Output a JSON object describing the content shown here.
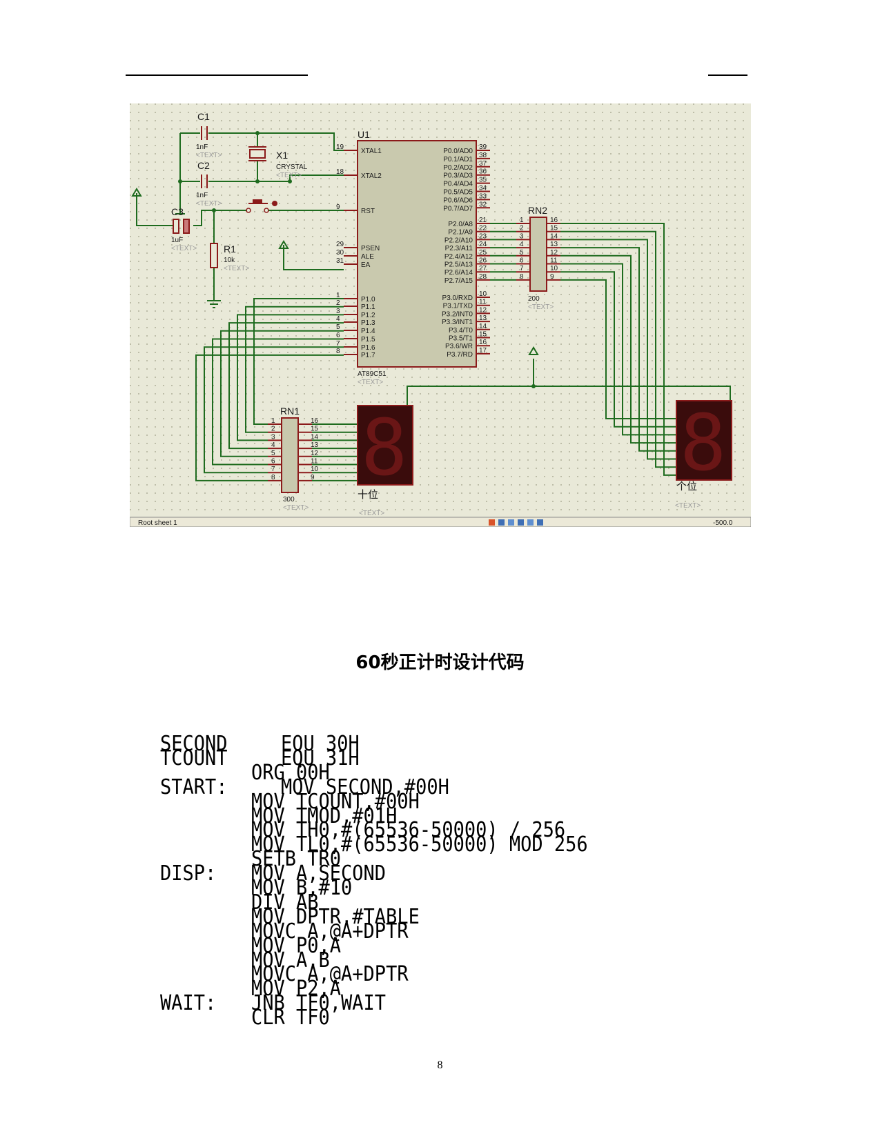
{
  "header_rules": true,
  "schematic": {
    "u1": {
      "ref": "U1",
      "part": "AT89C51",
      "text": "<TEXT>",
      "left_pins": [
        {
          "num": "19",
          "name": "XTAL1"
        },
        {
          "num": "18",
          "name": "XTAL2"
        },
        {
          "num": "9",
          "name": "RST"
        },
        {
          "num": "29",
          "name": "PSEN"
        },
        {
          "num": "30",
          "name": "ALE"
        },
        {
          "num": "31",
          "name": "EA"
        },
        {
          "num": "1",
          "name": "P1.0"
        },
        {
          "num": "2",
          "name": "P1.1"
        },
        {
          "num": "3",
          "name": "P1.2"
        },
        {
          "num": "4",
          "name": "P1.3"
        },
        {
          "num": "5",
          "name": "P1.4"
        },
        {
          "num": "6",
          "name": "P1.5"
        },
        {
          "num": "7",
          "name": "P1.6"
        },
        {
          "num": "8",
          "name": "P1.7"
        }
      ],
      "p0_pins": [
        {
          "num": "39",
          "name": "P0.0/AD0"
        },
        {
          "num": "38",
          "name": "P0.1/AD1"
        },
        {
          "num": "37",
          "name": "P0.2/AD2"
        },
        {
          "num": "36",
          "name": "P0.3/AD3"
        },
        {
          "num": "35",
          "name": "P0.4/AD4"
        },
        {
          "num": "34",
          "name": "P0.5/AD5"
        },
        {
          "num": "33",
          "name": "P0.6/AD6"
        },
        {
          "num": "32",
          "name": "P0.7/AD7"
        }
      ],
      "p2_pins": [
        {
          "num": "21",
          "name": "P2.0/A8"
        },
        {
          "num": "22",
          "name": "P2.1/A9"
        },
        {
          "num": "23",
          "name": "P2.2/A10"
        },
        {
          "num": "24",
          "name": "P2.3/A11"
        },
        {
          "num": "25",
          "name": "P2.4/A12"
        },
        {
          "num": "26",
          "name": "P2.5/A13"
        },
        {
          "num": "27",
          "name": "P2.6/A14"
        },
        {
          "num": "28",
          "name": "P2.7/A15"
        }
      ],
      "p3_pins": [
        {
          "num": "10",
          "name": "P3.0/RXD"
        },
        {
          "num": "11",
          "name": "P3.1/TXD"
        },
        {
          "num": "12",
          "name": "P3.2/INT0"
        },
        {
          "num": "13",
          "name": "P3.3/INT1"
        },
        {
          "num": "14",
          "name": "P3.4/T0"
        },
        {
          "num": "15",
          "name": "P3.5/T1"
        },
        {
          "num": "16",
          "name": "P3.6/WR"
        },
        {
          "num": "17",
          "name": "P3.7/RD"
        }
      ]
    },
    "c1": {
      "ref": "C1",
      "value": "1nF",
      "text": "<TEXT>"
    },
    "c2": {
      "ref": "C2",
      "value": "1nF",
      "text": "<TEXT>"
    },
    "c3": {
      "ref": "C3",
      "value": "1uF",
      "text": "<TEXT>"
    },
    "x1": {
      "ref": "X1",
      "value": "CRYSTAL",
      "text": "<TEXT>"
    },
    "r1": {
      "ref": "R1",
      "value": "10k",
      "text": "<TEXT>"
    },
    "rn1": {
      "ref": "RN1",
      "value": "300",
      "text": "<TEXT>",
      "left": [
        "1",
        "2",
        "3",
        "4",
        "5",
        "6",
        "7",
        "8"
      ],
      "right": [
        "16",
        "15",
        "14",
        "13",
        "12",
        "11",
        "10",
        "9"
      ]
    },
    "rn2": {
      "ref": "RN2",
      "value": "200",
      "text": "<TEXT>",
      "left": [
        "1",
        "2",
        "3",
        "4",
        "5",
        "6",
        "7",
        "8"
      ],
      "right": [
        "16",
        "15",
        "14",
        "13",
        "12",
        "11",
        "10",
        "9"
      ]
    },
    "seg_tens": {
      "label": "十位",
      "text": "<TEXT>",
      "digit": "8"
    },
    "seg_ones": {
      "label": "个位",
      "text": "<TEXT>",
      "digit": "8"
    },
    "statusbar": {
      "sheet": "Root sheet 1",
      "zoom": "-500.0"
    }
  },
  "title": "60秒正计时设计代码",
  "code": [
    {
      "label": "SECOND",
      "text": "EQU 30H"
    },
    {
      "label": "TCOUNT",
      "text": "EQU 31H"
    },
    {
      "label": "",
      "text": "ORG 00H"
    },
    {
      "label": "START:",
      "text": "MOV SECOND,#00H"
    },
    {
      "label": "",
      "text": "MOV TCOUNT,#00H"
    },
    {
      "label": "",
      "text": "MOV TMOD,#01H"
    },
    {
      "label": "",
      "text": "MOV TH0,#(65536-50000) / 256"
    },
    {
      "label": "",
      "text": "MOV TL0,#(65536-50000) MOD 256"
    },
    {
      "label": "",
      "text": "SETB TR0"
    },
    {
      "label": "DISP:",
      "text": "MOV A,SECOND"
    },
    {
      "label": "",
      "text": "MOV B,#10"
    },
    {
      "label": "",
      "text": "DIV AB"
    },
    {
      "label": "",
      "text": "MOV DPTR,#TABLE"
    },
    {
      "label": "",
      "text": "MOVC A,@A+DPTR"
    },
    {
      "label": "",
      "text": "MOV P0,A"
    },
    {
      "label": "",
      "text": "MOV A,B"
    },
    {
      "label": "",
      "text": "MOVC A,@A+DPTR"
    },
    {
      "label": "",
      "text": "MOV P2,A"
    },
    {
      "label": "WAIT:",
      "text": "JNB TF0,WAIT"
    },
    {
      "label": "",
      "text": "CLR TF0"
    }
  ],
  "page_number": "8"
}
